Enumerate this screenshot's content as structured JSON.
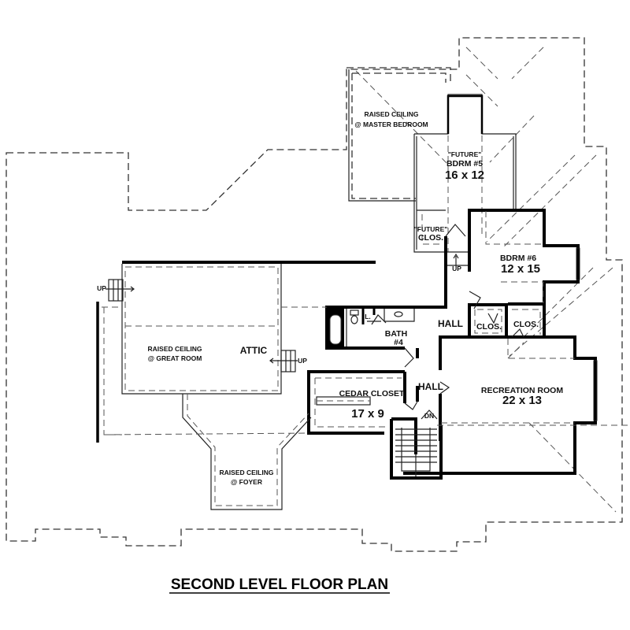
{
  "title": "SECOND LEVEL FLOOR PLAN",
  "rooms": {
    "master_raised": {
      "line1": "RAISED CEILING",
      "line2": "@ MASTER BEDROOM"
    },
    "bdrm5": {
      "note": "\"FUTURE\"",
      "name": "BDRM #5",
      "size": "16 x 12"
    },
    "future_clos": {
      "note": "\"FUTURE\"",
      "name": "CLOS."
    },
    "bdrm6": {
      "name": "BDRM #6",
      "size": "12 x 15"
    },
    "hall_upper": {
      "name": "HALL"
    },
    "hall_lower": {
      "name": "HALL"
    },
    "clos_left": {
      "name": "CLOS."
    },
    "clos_right": {
      "name": "CLOS."
    },
    "bath4": {
      "name": "BATH",
      "number": "#4",
      "linen": "L."
    },
    "recreation": {
      "name": "RECREATION ROOM",
      "size": "22 x 13"
    },
    "cedar": {
      "name": "CEDAR CLOSET",
      "size": "17 x 9"
    },
    "great_raised": {
      "line1": "RAISED CEILING",
      "line2": "@ GREAT ROOM"
    },
    "attic": {
      "name": "ATTIC"
    },
    "foyer_raised": {
      "line1": "RAISED CEILING",
      "line2": "@ FOYER"
    }
  },
  "stairs": {
    "up_main": "UP",
    "up_left": "UP",
    "up_attic": "UP",
    "down": "DN"
  }
}
